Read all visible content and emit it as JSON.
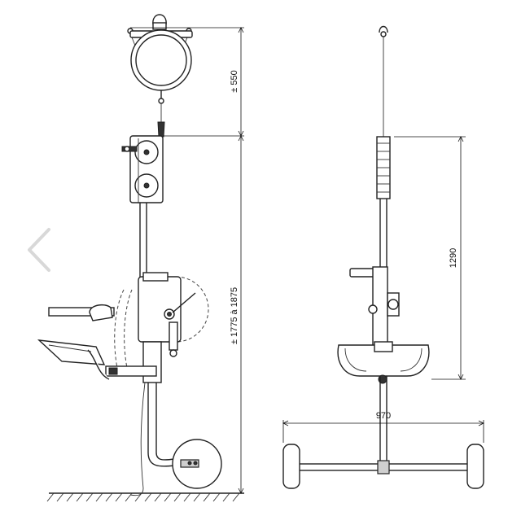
{
  "dimensions": {
    "hoist_height": "± 550",
    "mast_height": "± 1775 à 1875",
    "column_height": "1290",
    "base_width": "970"
  },
  "nav": {
    "icon": "chevron-left-icon"
  }
}
